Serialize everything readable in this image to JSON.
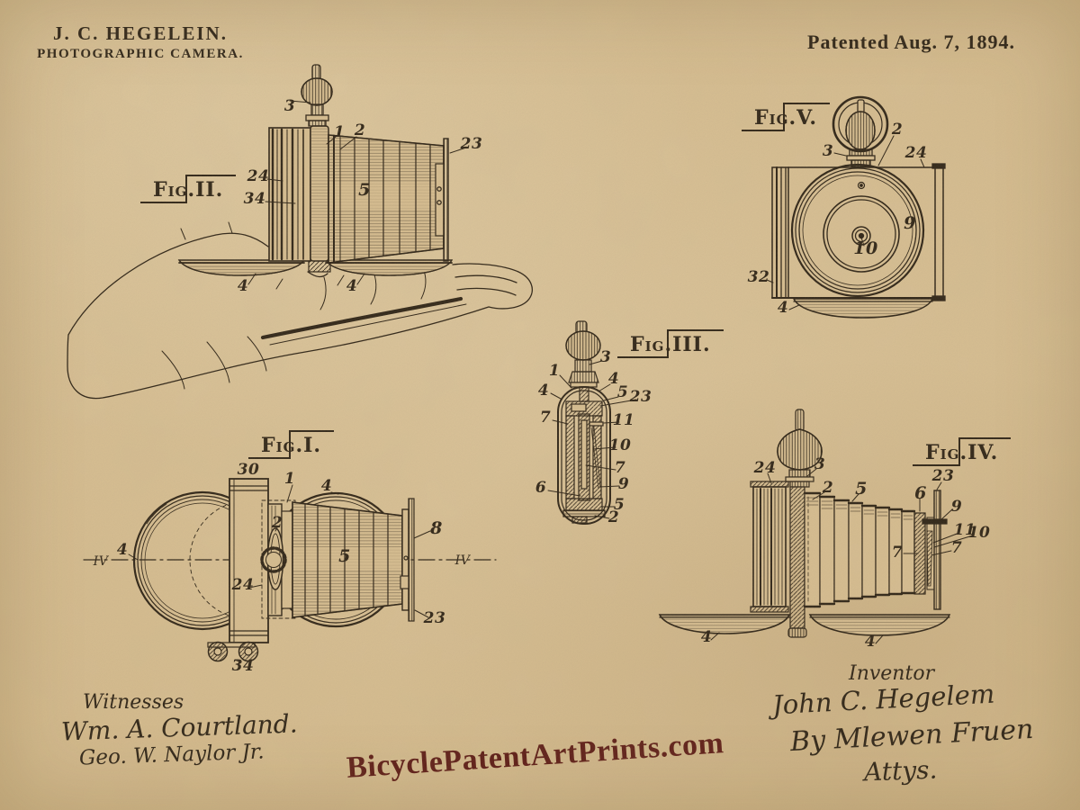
{
  "page": {
    "header": {
      "inventor_name": "J. C. HEGELEIN.",
      "invention_title": "PHOTOGRAPHIC CAMERA.",
      "patent_date": "Patented Aug. 7, 1894."
    },
    "watermark": {
      "text": "BicyclePatentArtPrints.com",
      "color": "#5c1a14"
    },
    "colors": {
      "paper": "#d8bf92",
      "ink": "#2b2114"
    }
  },
  "figures": {
    "fig2": {
      "label": "Fig.II.",
      "refs": [
        "3",
        "1",
        "2",
        "23",
        "24",
        "34",
        "5",
        "4",
        "4"
      ]
    },
    "fig5": {
      "label": "Fig.V.",
      "refs": [
        "3",
        "2",
        "24",
        "9",
        "10",
        "32",
        "4"
      ]
    },
    "fig3": {
      "label": "Fig.III.",
      "refs": [
        "3",
        "1",
        "4",
        "4",
        "5",
        "23",
        "7",
        "11",
        "10",
        "7",
        "9",
        "6",
        "5",
        "2"
      ]
    },
    "fig1": {
      "label": "Fig.I.",
      "refs": [
        "30",
        "1",
        "4",
        "2",
        "5",
        "8",
        "4",
        "IV",
        "IV",
        "24",
        "23",
        "34"
      ]
    },
    "fig4": {
      "label": "Fig.IV.",
      "refs": [
        "24",
        "3",
        "2",
        "5",
        "6",
        "23",
        "9",
        "11",
        "10",
        "7",
        "7",
        "4",
        "4"
      ]
    }
  },
  "signatures": {
    "witnesses_heading": "Witnesses",
    "witness_1": "Wm. A. Courtland.",
    "witness_2": "Geo. W. Naylor Jr.",
    "inventor_heading": "Inventor",
    "inventor_signature": "John C. Hegelem",
    "attorney_line": "By Mlewen Fruen",
    "attorney_suffix": "Attys."
  }
}
